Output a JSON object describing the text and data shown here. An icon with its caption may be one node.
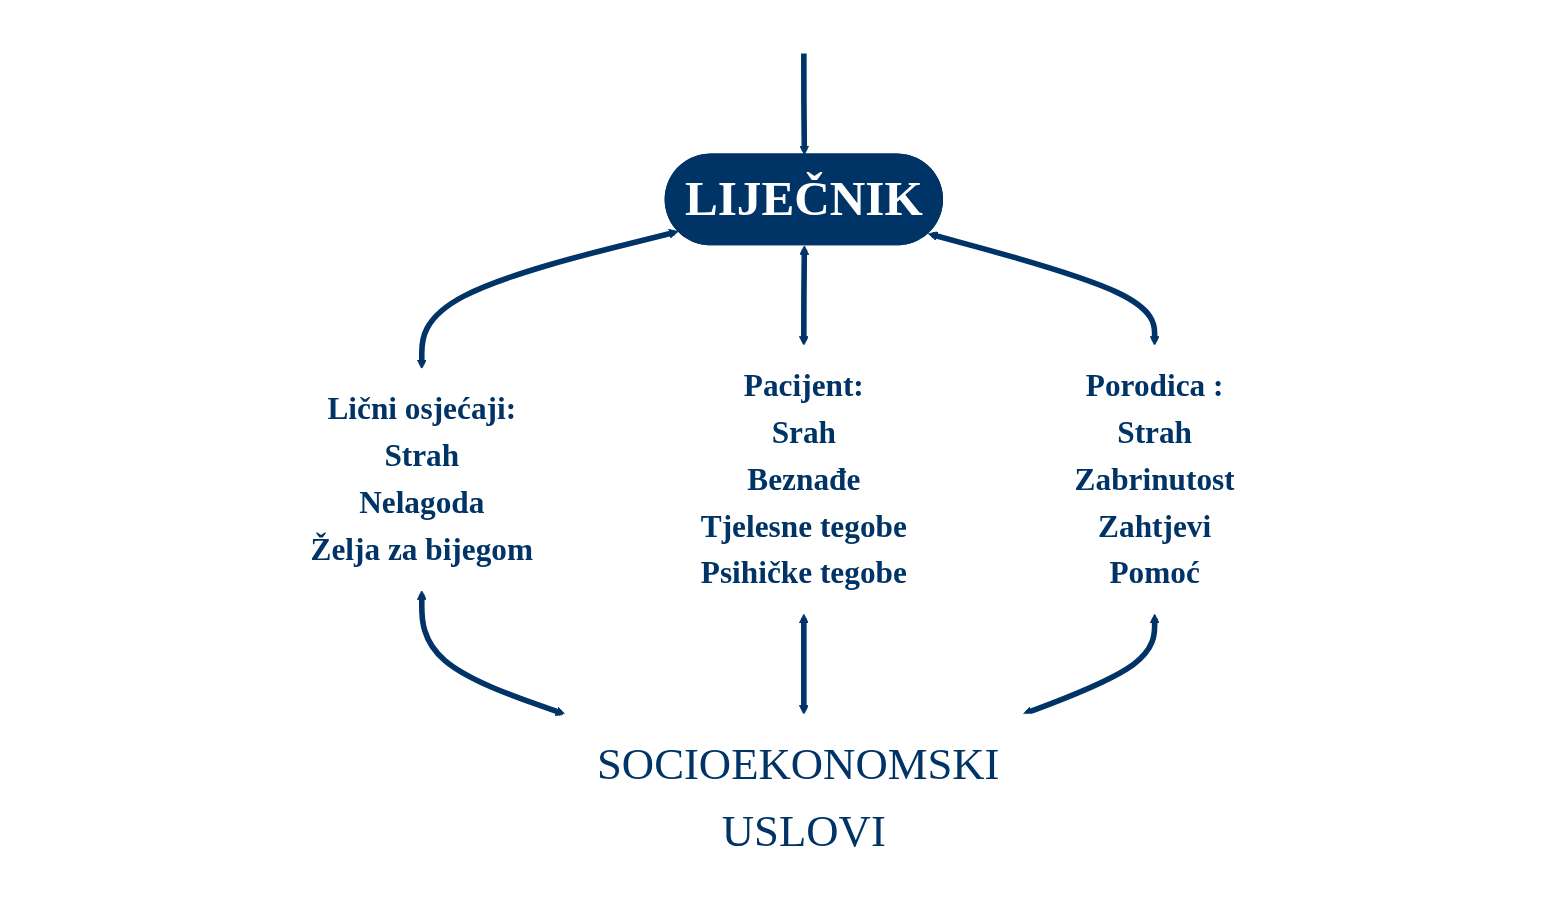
{
  "diagram": {
    "nodes": [
      {
        "text": [
          "LIJEČNIK"
        ]
      },
      {
        "text": [
          "Lični osjećaji:",
          "Strah",
          "Nelagoda",
          "Želja za bijegom"
        ]
      },
      {
        "text": [
          "Pacijent:",
          "Srah",
          "Beznađe",
          "Tjelesne tegobe",
          "Psihičke tegobe"
        ]
      },
      {
        "text": [
          "Porodica :",
          "Strah",
          "Zabrinutost",
          "Zahtjevi",
          "Pomoć"
        ]
      },
      {
        "text": [
          "SOCIOEKONOMSKI USLOVI"
        ]
      }
    ],
    "edges": [
      {
        "from": null,
        "to": 0,
        "arrow": "to"
      },
      {
        "from": 0,
        "to": 1,
        "arrow": "both"
      },
      {
        "from": 0,
        "to": 2,
        "arrow": "both"
      },
      {
        "from": 0,
        "to": 3,
        "arrow": "both"
      },
      {
        "from": 1,
        "to": 4,
        "arrow": "both"
      },
      {
        "from": 2,
        "to": 4,
        "arrow": "both"
      },
      {
        "from": 3,
        "to": 4,
        "arrow": "both"
      }
    ]
  }
}
